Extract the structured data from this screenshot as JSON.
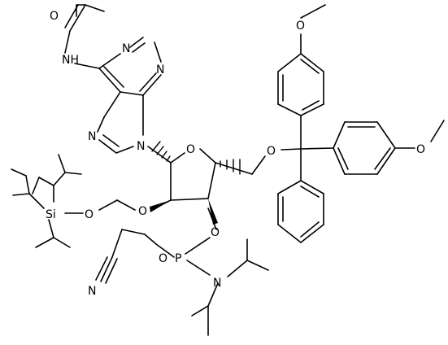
{
  "diagram": {
    "atoms": {
      "o_acetyl": "O",
      "n_amide": "NH",
      "n1": "N",
      "n3": "N",
      "n7": "N",
      "n9": "N",
      "o_ring": "O",
      "o_2": "O",
      "o_tom": "O",
      "si": "Si",
      "o_3": "O",
      "p": "P",
      "o_ce": "O",
      "n_nitrile": "N",
      "n_amine": "N",
      "o_5": "O",
      "o_ome1": "O",
      "o_ome2": "O"
    }
  }
}
